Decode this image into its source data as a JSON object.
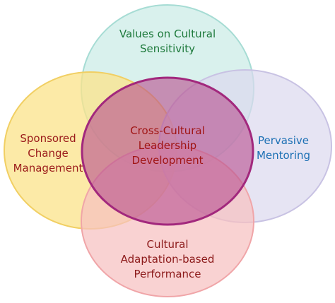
{
  "diagram": {
    "colors": {
      "top_fill": "#c9ebe6",
      "top_stroke": "#a6dcd4",
      "top_text": "#1e7a3c",
      "left_fill": "#fbe38a",
      "left_stroke": "#f1cf63",
      "left_text": "#9b1b1b",
      "right_fill": "#dcd8ee",
      "right_stroke": "#c8c2e3",
      "right_text": "#1c70b4",
      "bottom_fill": "#f7c0c0",
      "bottom_stroke": "#f0a5a8",
      "bottom_text": "#8c1a1a",
      "center_fill": "#b8508f",
      "center_stroke": "#a2287d",
      "center_text": "#a01515"
    },
    "circles": {
      "top": {
        "lines": [
          "Values on Cultural",
          "Sensitivity"
        ]
      },
      "left": {
        "lines": [
          "Sponsored",
          "Change",
          "Management"
        ]
      },
      "right": {
        "lines": [
          "Pervasive",
          "Mentoring"
        ]
      },
      "bottom": {
        "lines": [
          "Cultural",
          "Adaptation-based",
          "Performance"
        ]
      },
      "center": {
        "lines": [
          "Cross-Cultural",
          "Leadership",
          "Development"
        ]
      }
    }
  }
}
